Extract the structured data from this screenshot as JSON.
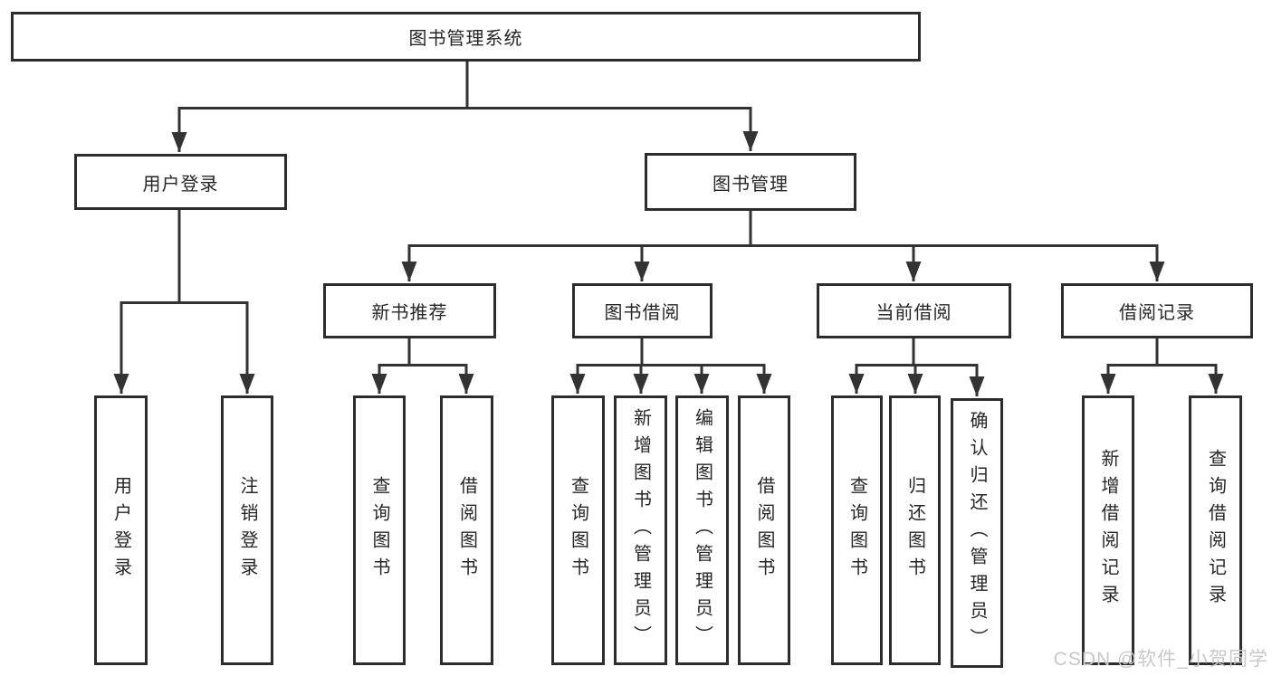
{
  "tree": {
    "root_label": "图书管理系统",
    "branches": [
      {
        "label": "用户登录",
        "children": [
          "用户登录",
          "注销登录"
        ]
      },
      {
        "label": "图书管理",
        "sections": [
          {
            "label": "新书推荐",
            "children": [
              "查询图书",
              "借阅图书"
            ]
          },
          {
            "label": "图书借阅",
            "children": [
              "查询图书",
              "新增图书（管理员）",
              "编辑图书（管理员）",
              "借阅图书"
            ]
          },
          {
            "label": "当前借阅",
            "children": [
              "查询图书",
              "归还图书",
              "确认归还（管理员）"
            ]
          },
          {
            "label": "借阅记录",
            "children": [
              "新增借阅记录",
              "查询借阅记录"
            ]
          }
        ]
      }
    ]
  },
  "watermark": {
    "text": "CSDN @软件_小贺同学",
    "color": "#c8c8c8"
  },
  "colors": {
    "line": "#333333",
    "box_border": "#2d2d2d",
    "text": "#262626",
    "background": "#ffffff"
  }
}
